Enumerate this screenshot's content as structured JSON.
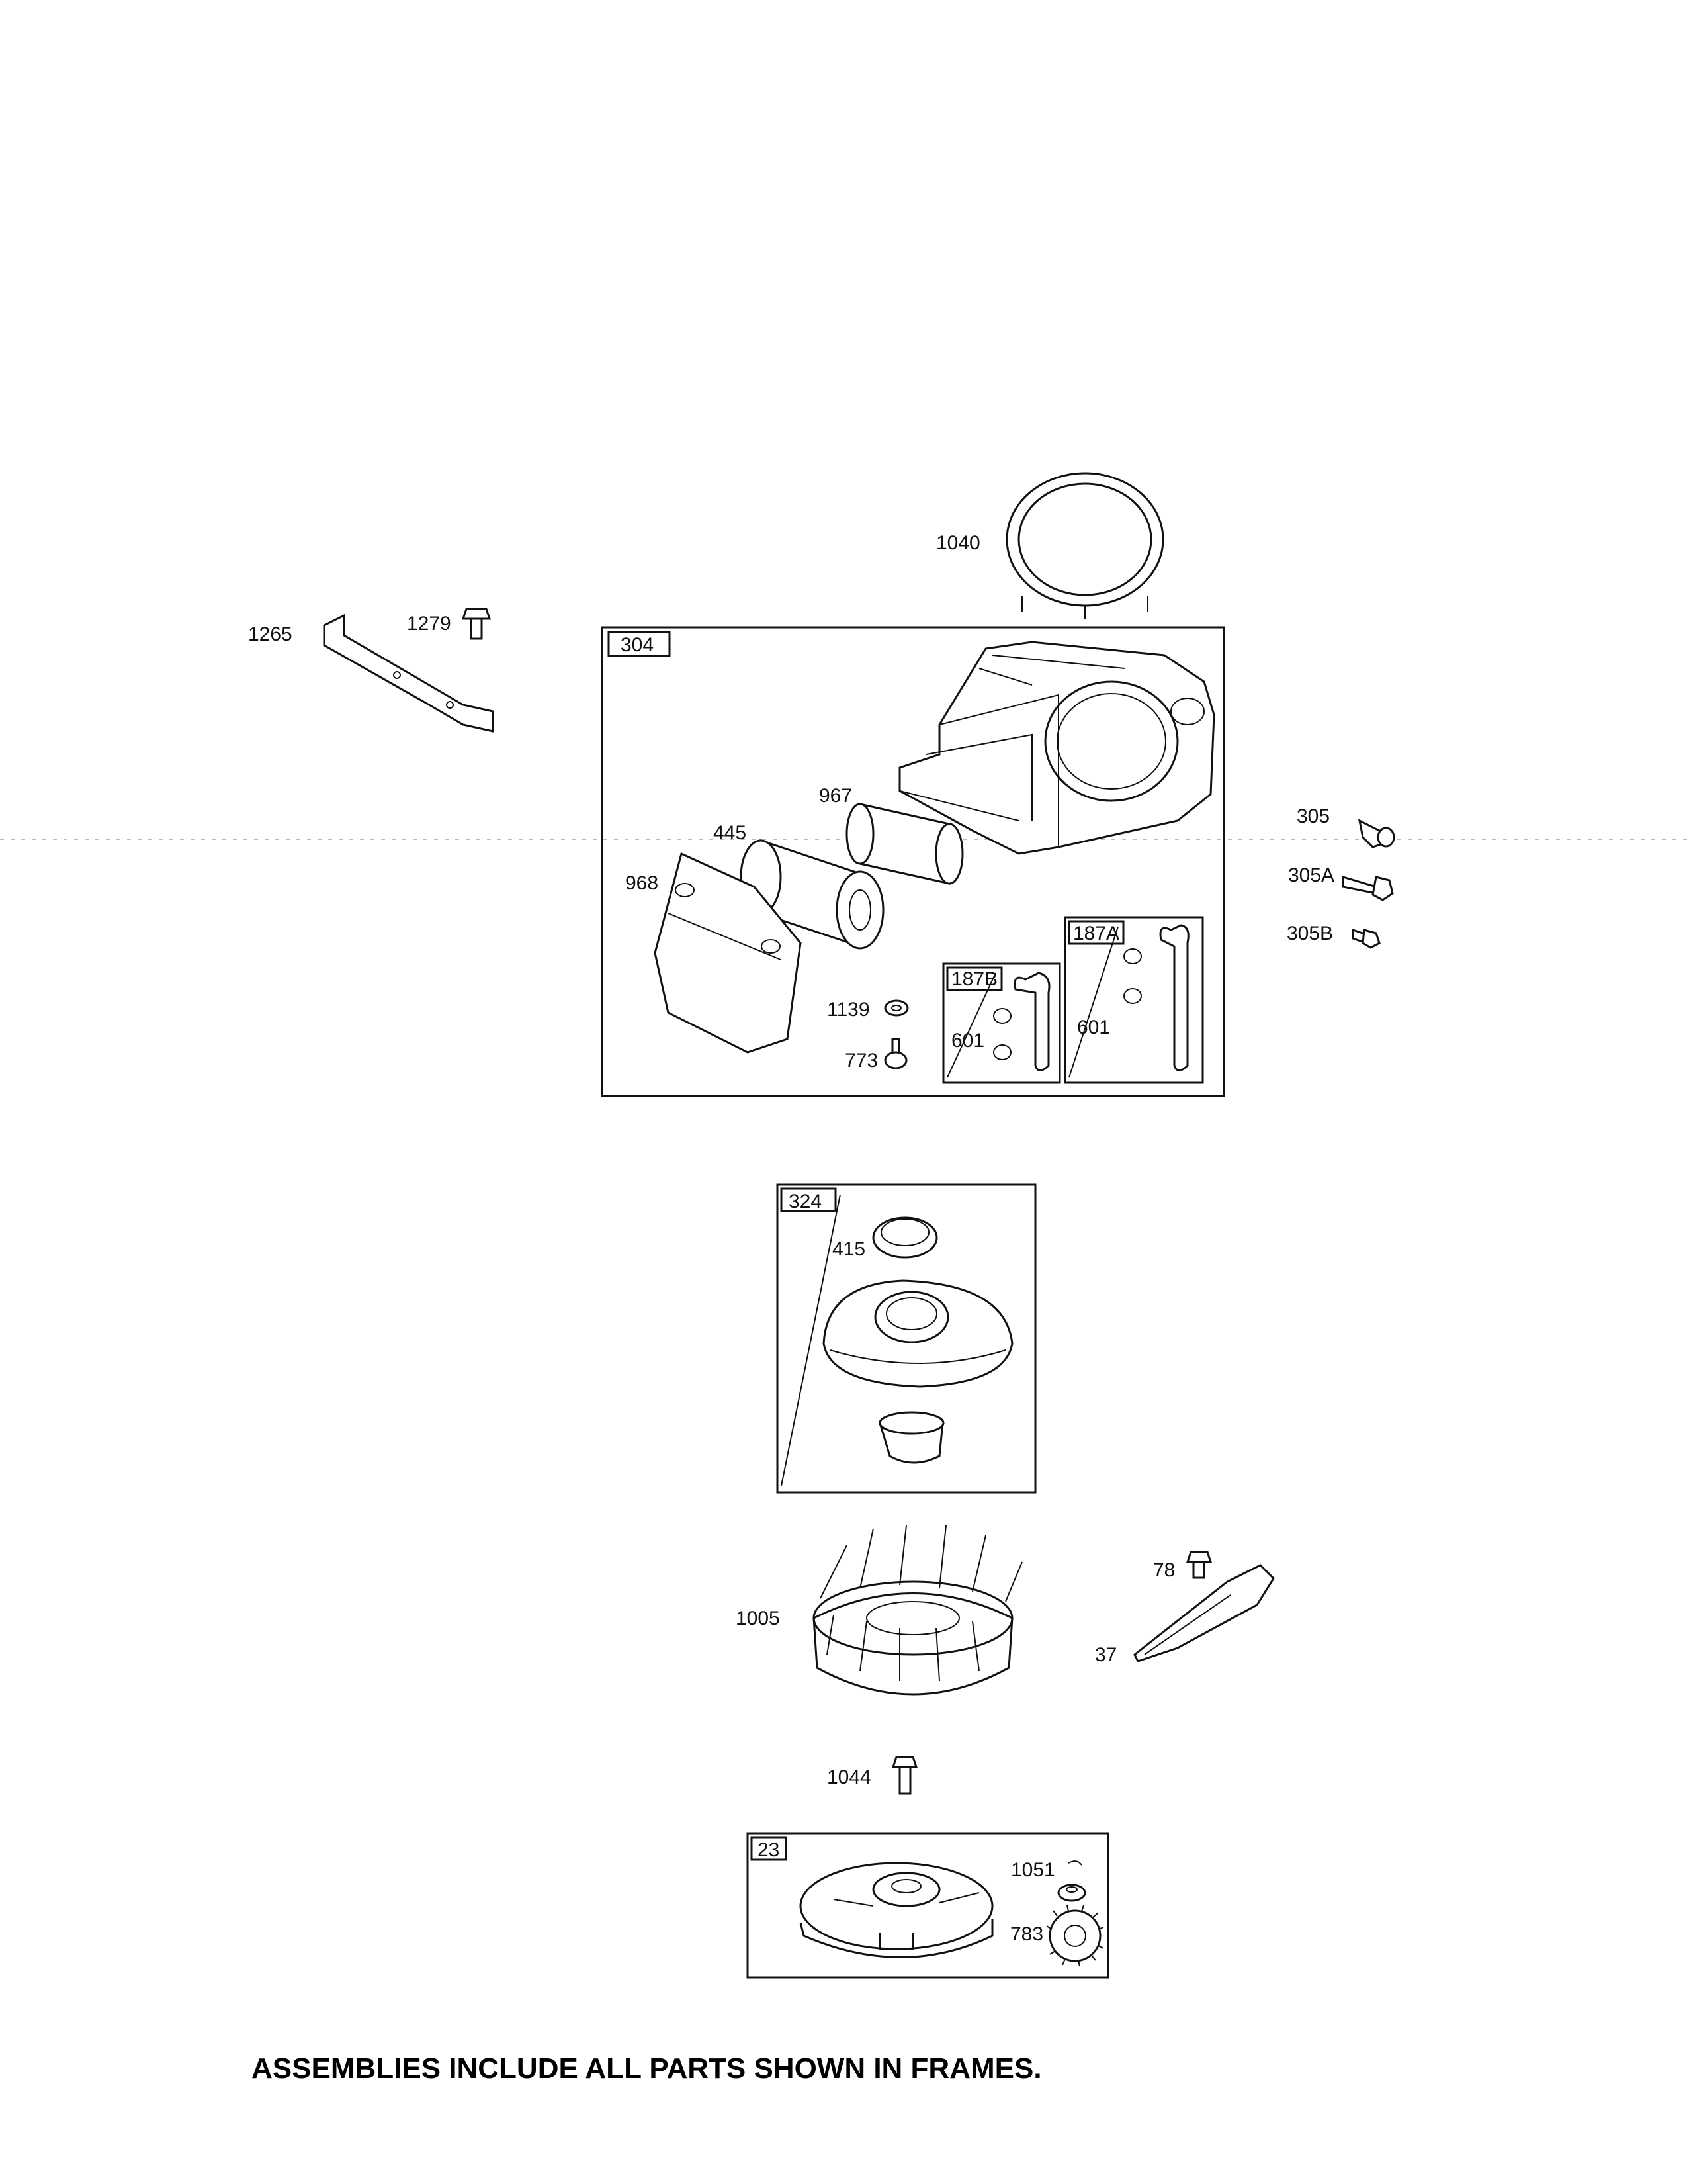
{
  "frames": {
    "f304": "304",
    "f187B": "187B",
    "f187A": "187A",
    "f324": "324",
    "f23": "23"
  },
  "labels": {
    "p1040": "1040",
    "p1265": "1265",
    "p1279": "1279",
    "p967": "967",
    "p445": "445",
    "p968": "968",
    "p1139": "1139",
    "p773": "773",
    "p601b": "601",
    "p601a": "601",
    "p305": "305",
    "p305A": "305A",
    "p305B": "305B",
    "p415": "415",
    "p78": "78",
    "p37": "37",
    "p1005": "1005",
    "p1044": "1044",
    "p1051": "1051",
    "p783": "783"
  },
  "footer": {
    "note": "ASSEMBLIES INCLUDE ALL PARTS SHOWN IN FRAMES."
  }
}
